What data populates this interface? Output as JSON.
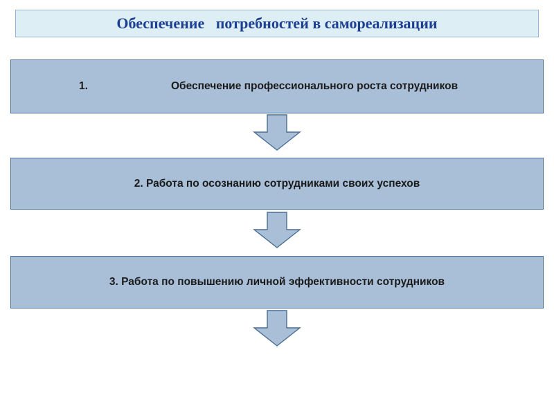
{
  "slide": {
    "title": "Обеспечение   потребностей в самореализации",
    "title_color": "#1c3f94",
    "box_fill": "#a9bfd8",
    "box_border": "#4a6f94",
    "title_fill": "#ddeef5",
    "title_border": "#93b3d0",
    "arrow_fill": "#a9bfd8",
    "arrow_border": "#4a6f94",
    "steps": [
      {
        "number": "1.",
        "text": "Обеспечение профессионального роста сотрудников"
      },
      {
        "number": "2.",
        "text": "2. Работа по осознанию сотрудниками своих успехов"
      },
      {
        "number": "3.",
        "text": "3. Работа по повышению личной эффективности сотрудников"
      }
    ],
    "arrows": [
      {
        "name": "down-arrow-1"
      },
      {
        "name": "down-arrow-2"
      },
      {
        "name": "down-arrow-3"
      }
    ]
  }
}
